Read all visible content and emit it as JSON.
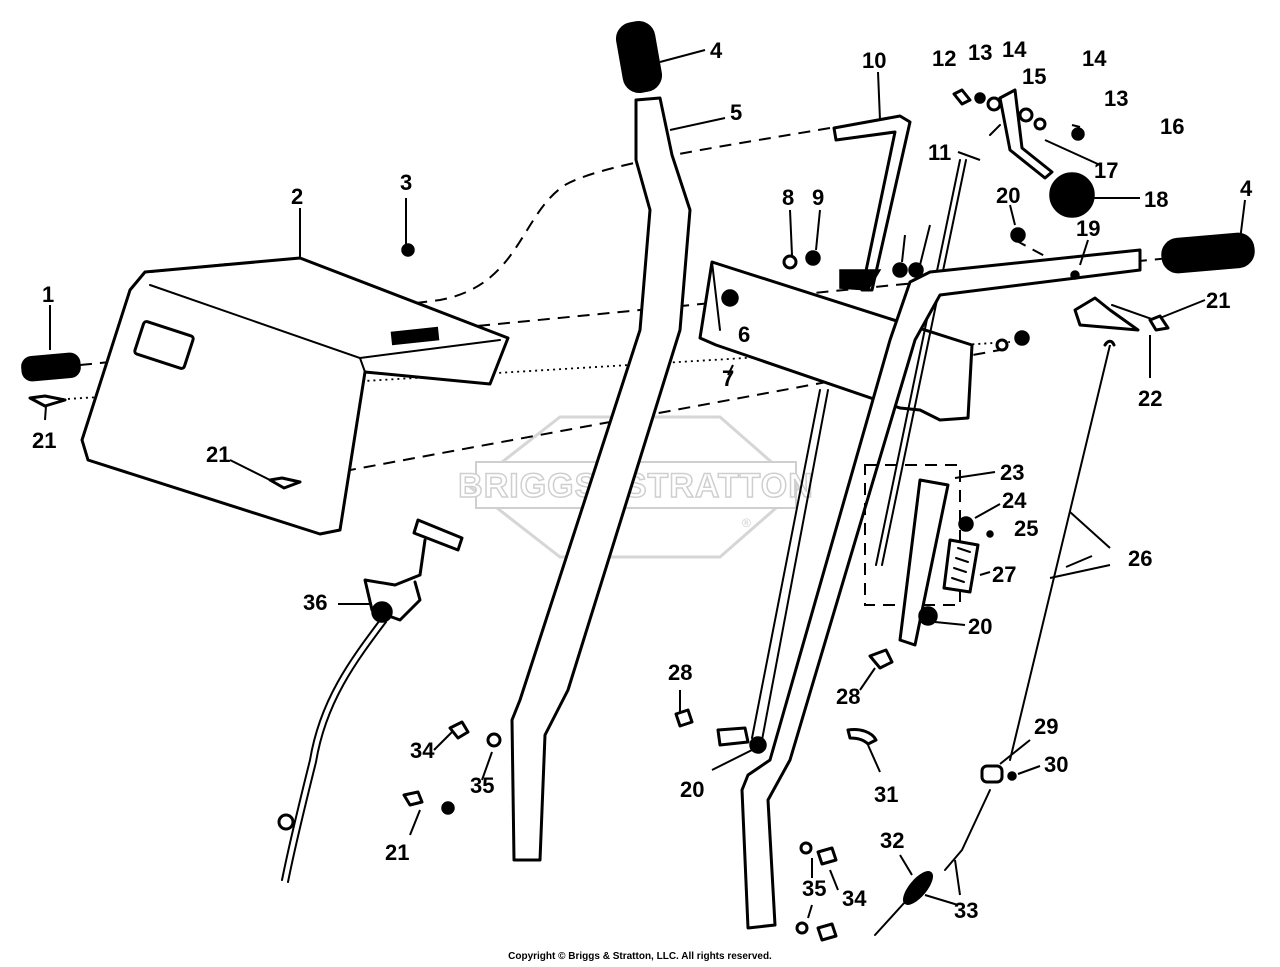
{
  "watermark": {
    "brand": "BRIGGS&STRATTON",
    "registered": "®",
    "color": "#cfcfcf"
  },
  "copyright": "Copyright © Briggs & Stratton, LLC. All rights reserved.",
  "callouts": [
    "1",
    "21",
    "2",
    "3",
    "21",
    "36",
    "4",
    "5",
    "34",
    "35",
    "21",
    "10",
    "8",
    "9",
    "6",
    "7",
    "28",
    "20",
    "12",
    "13",
    "14",
    "15",
    "11",
    "14",
    "13",
    "16",
    "17",
    "18",
    "20",
    "19",
    "4",
    "21",
    "22",
    "23",
    "24",
    "25",
    "27",
    "20",
    "28",
    "31",
    "26",
    "29",
    "30",
    "32",
    "34",
    "35",
    "33"
  ]
}
